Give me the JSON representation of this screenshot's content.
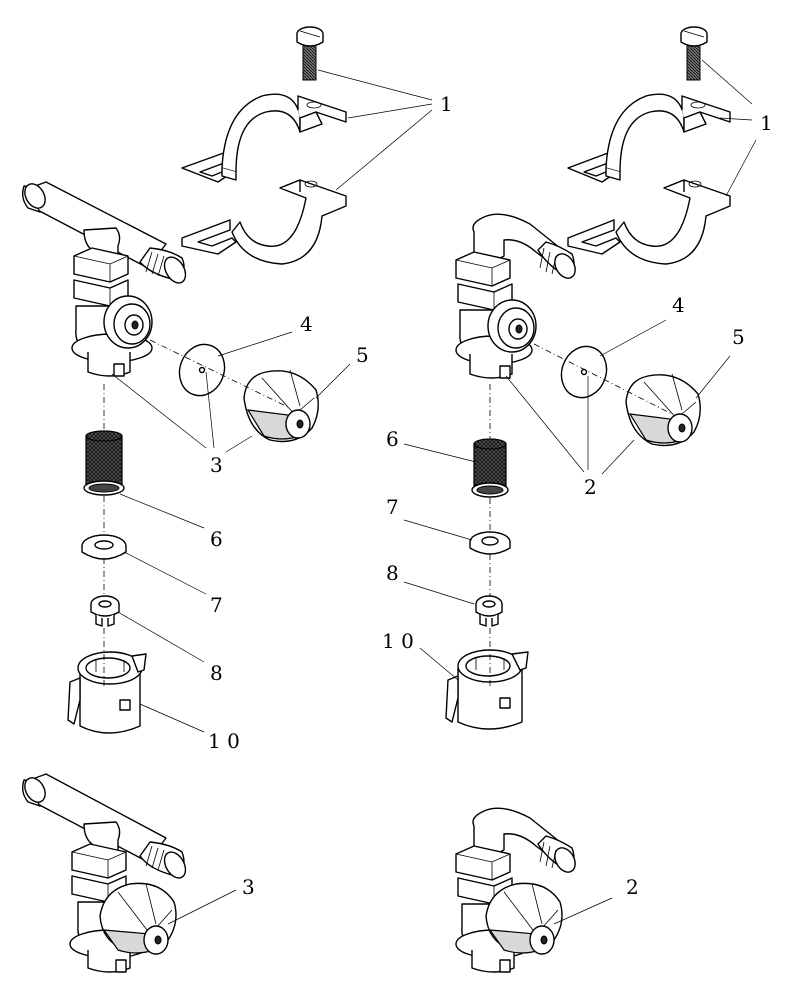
{
  "callouts": {
    "left_1": "1",
    "left_3": "3",
    "left_4": "4",
    "left_5": "5",
    "left_6": "6",
    "left_7": "7",
    "left_8": "8",
    "left_10": "1 0",
    "right_1": "1",
    "right_2": "2",
    "right_4": "4",
    "right_5": "5",
    "right_6": "6",
    "right_7": "7",
    "right_8": "8",
    "right_10": "1 0",
    "bottom_left_3": "3",
    "bottom_right_2": "2"
  }
}
